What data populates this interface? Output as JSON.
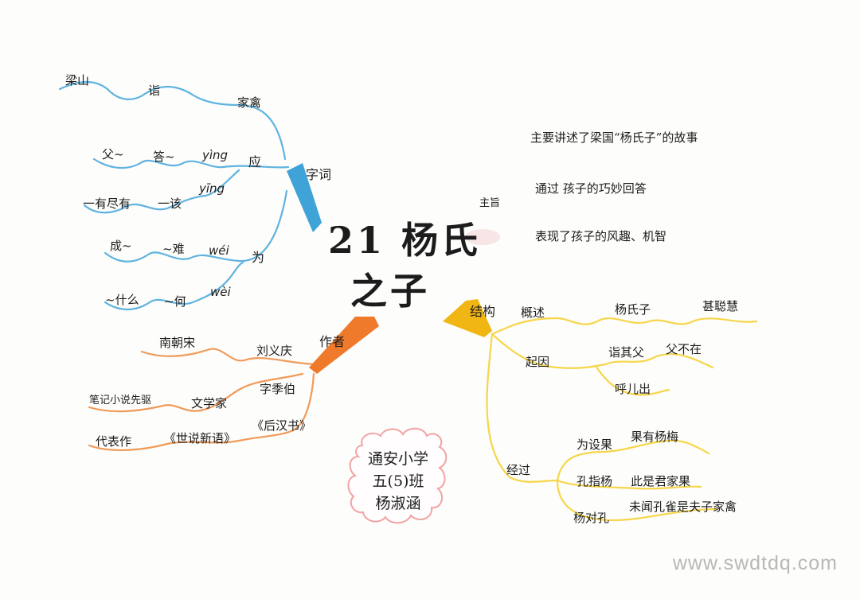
{
  "title": {
    "line1": "21 杨氏",
    "line2": "之子"
  },
  "branches": {
    "vocab": {
      "label": "字词",
      "color": "#49a8db",
      "top": {
        "a": "梁山",
        "b": "诣",
        "c": "家禽"
      },
      "ying": {
        "a": "父~",
        "b": "答~",
        "c": "yìng",
        "d": "应",
        "e": "一有尽有",
        "f": "一该",
        "g": "yīng"
      },
      "wei": {
        "a": "成~",
        "b": "~难",
        "c": "wéi",
        "d": "为",
        "e": "~什么",
        "f": "~何",
        "g": "wèi"
      }
    },
    "author": {
      "label": "作者",
      "color": "#e8883c",
      "era": "南朝宋",
      "name": "刘义庆",
      "style_name": "字季伯",
      "identity": "文学家",
      "pioneer": "笔记小说先驱",
      "works_label": "代表作",
      "work1": "《世说新语》",
      "work2": "《后汉书》"
    },
    "theme": {
      "label": "主旨",
      "line1": "主要讲述了梁国“杨氏子”的故事",
      "line2": "通过 孩子的巧妙回答",
      "line3": "表现了孩子的风趣、机智"
    },
    "structure": {
      "label": "结构",
      "color": "#f0c419",
      "overview": "概述",
      "yangshizi": "杨氏子",
      "clever": "甚聪慧",
      "cause": "起因",
      "visit": "诣其父",
      "absent": "父不在",
      "call": "呼儿出",
      "process": "经过",
      "set_fruit": "为设果",
      "bayberry": "果有杨梅",
      "kong": "孔指杨",
      "kong_words": "此是君家果",
      "yang": "杨对孔",
      "yang_words": "未闻孔雀是夫子家禽"
    }
  },
  "signature": {
    "line1": "通安小学",
    "line2": "五(5)班",
    "line3": "杨淑涵"
  },
  "watermark": "www.swdtdq.com"
}
